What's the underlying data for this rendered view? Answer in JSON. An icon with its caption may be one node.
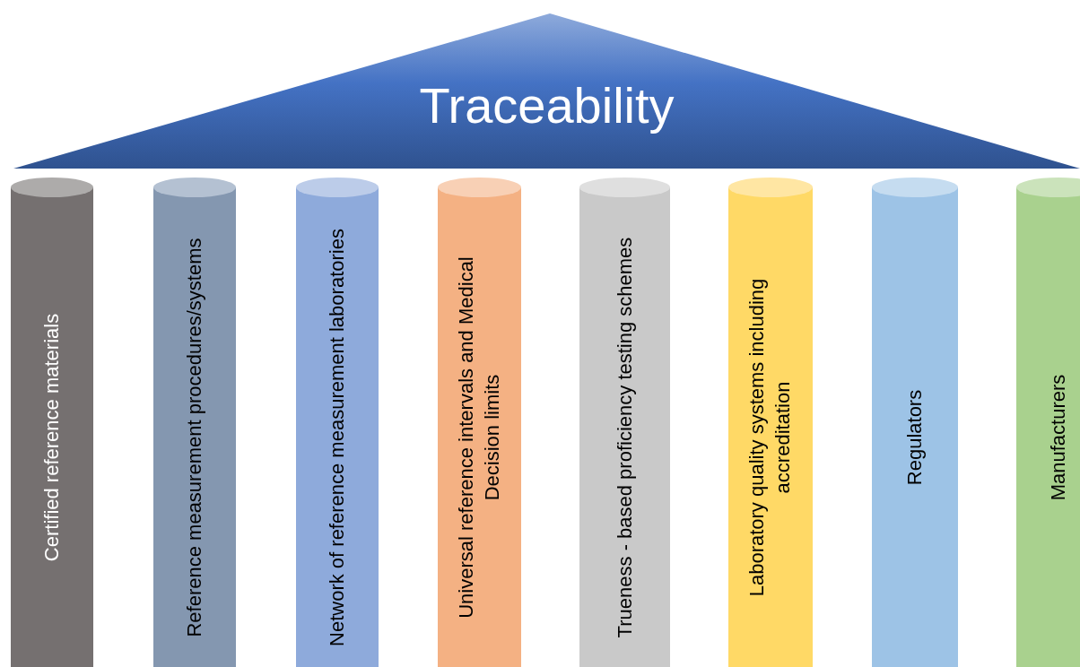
{
  "diagram": {
    "nodes": [
      {
        "text": [
          "Traceability"
        ]
      },
      {
        "text": [
          "Certified reference materials"
        ]
      },
      {
        "text": [
          "Reference measurement procedures/systems"
        ]
      },
      {
        "text": [
          "Network of reference measurement laboratories"
        ]
      },
      {
        "text": [
          "Universal reference intervals and Medical Decision limits"
        ]
      },
      {
        "text": [
          "Trueness - based proficiency testing schemes"
        ]
      },
      {
        "text": [
          "Laboratory quality systems including accreditation"
        ]
      },
      {
        "text": [
          "Regulators"
        ]
      },
      {
        "text": [
          "Manufacturers"
        ]
      }
    ]
  }
}
